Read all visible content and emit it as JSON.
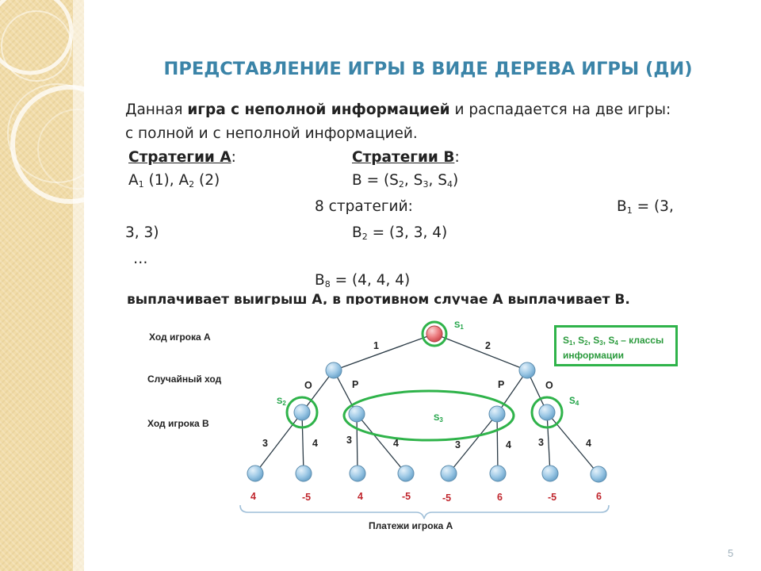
{
  "title": "ПРЕДСТАВЛЕНИЕ ИГРЫ В ВИДЕ ДЕРЕВА ИГРЫ (ДИ)",
  "intro": {
    "p1_a": "Данная ",
    "p1_b": "игра с неполной информацией",
    "p1_c": " и распадается на две игры:",
    "p2": "с полной и с неполной информацией."
  },
  "strategies": {
    "a_header": "Стратегии А",
    "b_header": "Стратегии В",
    "colon": ":",
    "a_values": "A1 (1), A2 (2)",
    "b_set": "B = (S2, S3, S4)",
    "count": "8 стратегий:",
    "b1": "B1 = (3,",
    "b1_cont": "3, 3)",
    "b2": "B2 = (3, 3, 4)",
    "ellipsis": "…",
    "b8": "B8 = (4, 4, 4)"
  },
  "cut_line": "выплачивает выигрыш A, в противном случае A выплачивает B.",
  "tree": {
    "levels": [
      "Ход игрока А",
      "Случайный ход",
      "Ход игрока В"
    ],
    "root": "S1",
    "moves_a": [
      "1",
      "2"
    ],
    "chance": [
      "О",
      "Р",
      "Р",
      "О"
    ],
    "info_sets": [
      "S2",
      "S3",
      "S4"
    ],
    "moves_b": [
      "3",
      "4",
      "3",
      "4",
      "3",
      "4",
      "3",
      "4"
    ],
    "payoffs": [
      "4",
      "-5",
      "4",
      "-5",
      "-5",
      "6",
      "-5",
      "6"
    ],
    "payoff_caption": "Платежи игрока А"
  },
  "legend": {
    "line1": "S1, S2, S3, S4 – классы",
    "line2": "информации"
  },
  "page_number": "5",
  "colors": {
    "title": "#3b84a8",
    "accent": "#2fb34a",
    "payoff": "#c0262d",
    "root_node": "#e8666a"
  }
}
